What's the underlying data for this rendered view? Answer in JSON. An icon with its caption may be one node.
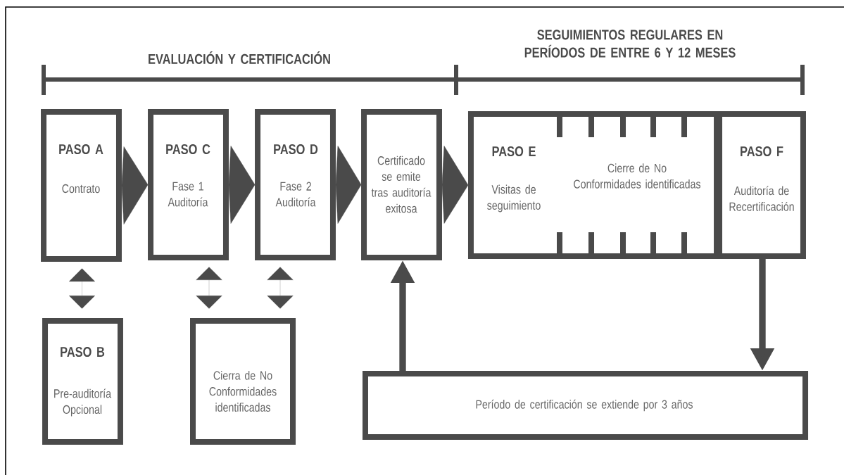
{
  "diagram": {
    "nodes": [
      {
        "text": [
          "PASO A",
          "Contrato"
        ]
      },
      {
        "text": [
          "PASO C",
          "Fase 1 Auditoría"
        ]
      },
      {
        "text": [
          "PASO D",
          "Fase 2 Auditoría"
        ]
      },
      {
        "text": [
          "Certificado se emite tras auditoría exitosa"
        ]
      },
      {
        "text": [
          "PASO E",
          "Visitas de seguimiento",
          "Cierre de No Conformidades identificadas"
        ]
      },
      {
        "text": [
          "PASO F",
          "Auditoría de Recertificación"
        ]
      },
      {
        "text": [
          "PASO B",
          "Pre-auditoría Opcional"
        ]
      },
      {
        "text": [
          "Cierra de No Conformidades identificadas"
        ]
      },
      {
        "text": [
          "Período de certificación se extiende por 3 años"
        ]
      }
    ],
    "edges": [
      {
        "from": 0,
        "to": 1,
        "arrow": "to"
      },
      {
        "from": 1,
        "to": 2,
        "arrow": "to"
      },
      {
        "from": 2,
        "to": 3,
        "arrow": "to"
      },
      {
        "from": 3,
        "to": 4,
        "arrow": "to"
      },
      {
        "from": 0,
        "to": 6,
        "arrow": "both"
      },
      {
        "from": 1,
        "to": 7,
        "arrow": "both"
      },
      {
        "from": 2,
        "to": 7,
        "arrow": "both"
      },
      {
        "from": 5,
        "to": 8,
        "arrow": "to",
        "style": "thick"
      },
      {
        "from": 8,
        "to": 3,
        "arrow": "to",
        "style": "thick"
      }
    ],
    "labels": [
      "EVALUACIÓN Y CERTIFICACIÓN",
      "SEGUIMIENTOS REGULARES EN PERÍODOS DE ENTRE 6 Y 12 MESES"
    ]
  }
}
